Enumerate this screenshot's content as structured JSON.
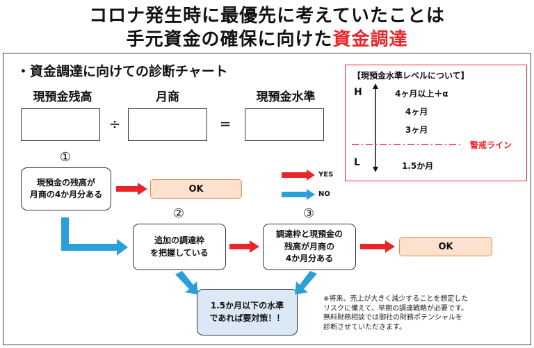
{
  "title": {
    "line1": "コロナ発生時に最優先に考えていたことは",
    "line2_prefix": "手元資金の確保に向けた",
    "line2_highlight": "資金調達"
  },
  "chart_heading": "・資金調達に向けての診断チャート",
  "formula": {
    "label_cash": "現預金残高",
    "op_divide": "÷",
    "label_sales": "月商",
    "op_equals": "=",
    "label_level": "現預金水準"
  },
  "steps": {
    "marker1": "①",
    "marker2": "②",
    "marker3": "③",
    "q1": "現預金の残高が\n月商の4か月分ある",
    "q2": "追加の調達枠\nを把握している",
    "q3": "調達枠と現預金の\n残高が月商の\n4か月分ある",
    "ok1": "OK",
    "ok2": "OK",
    "result": "1.5か月以下の水準\nであれば要対策！！"
  },
  "arrow_legend": {
    "yes": "YES",
    "no": "NO"
  },
  "colors": {
    "yes_arrow": "#e8262a",
    "no_arrow": "#2b9fd9",
    "highlight": "#e8262a",
    "ok_fill": "#fde1cf",
    "result_fill": "#dbe9f6"
  },
  "level_legend": {
    "title": "【現預金水準レベルについて】",
    "high": "H",
    "low": "L",
    "levels": [
      "4ヶ月以上＋α",
      "4ヶ月",
      "3ヶ月",
      "1.5か月"
    ],
    "warning": "警戒ライン"
  },
  "note": "※将来、売上が大きく減少することを想定した\nリスクに備えて、早期の調達戦略が必要です。\n無料財務相談では御社の財務ポテンシャルを\n診断させていただきます。"
}
